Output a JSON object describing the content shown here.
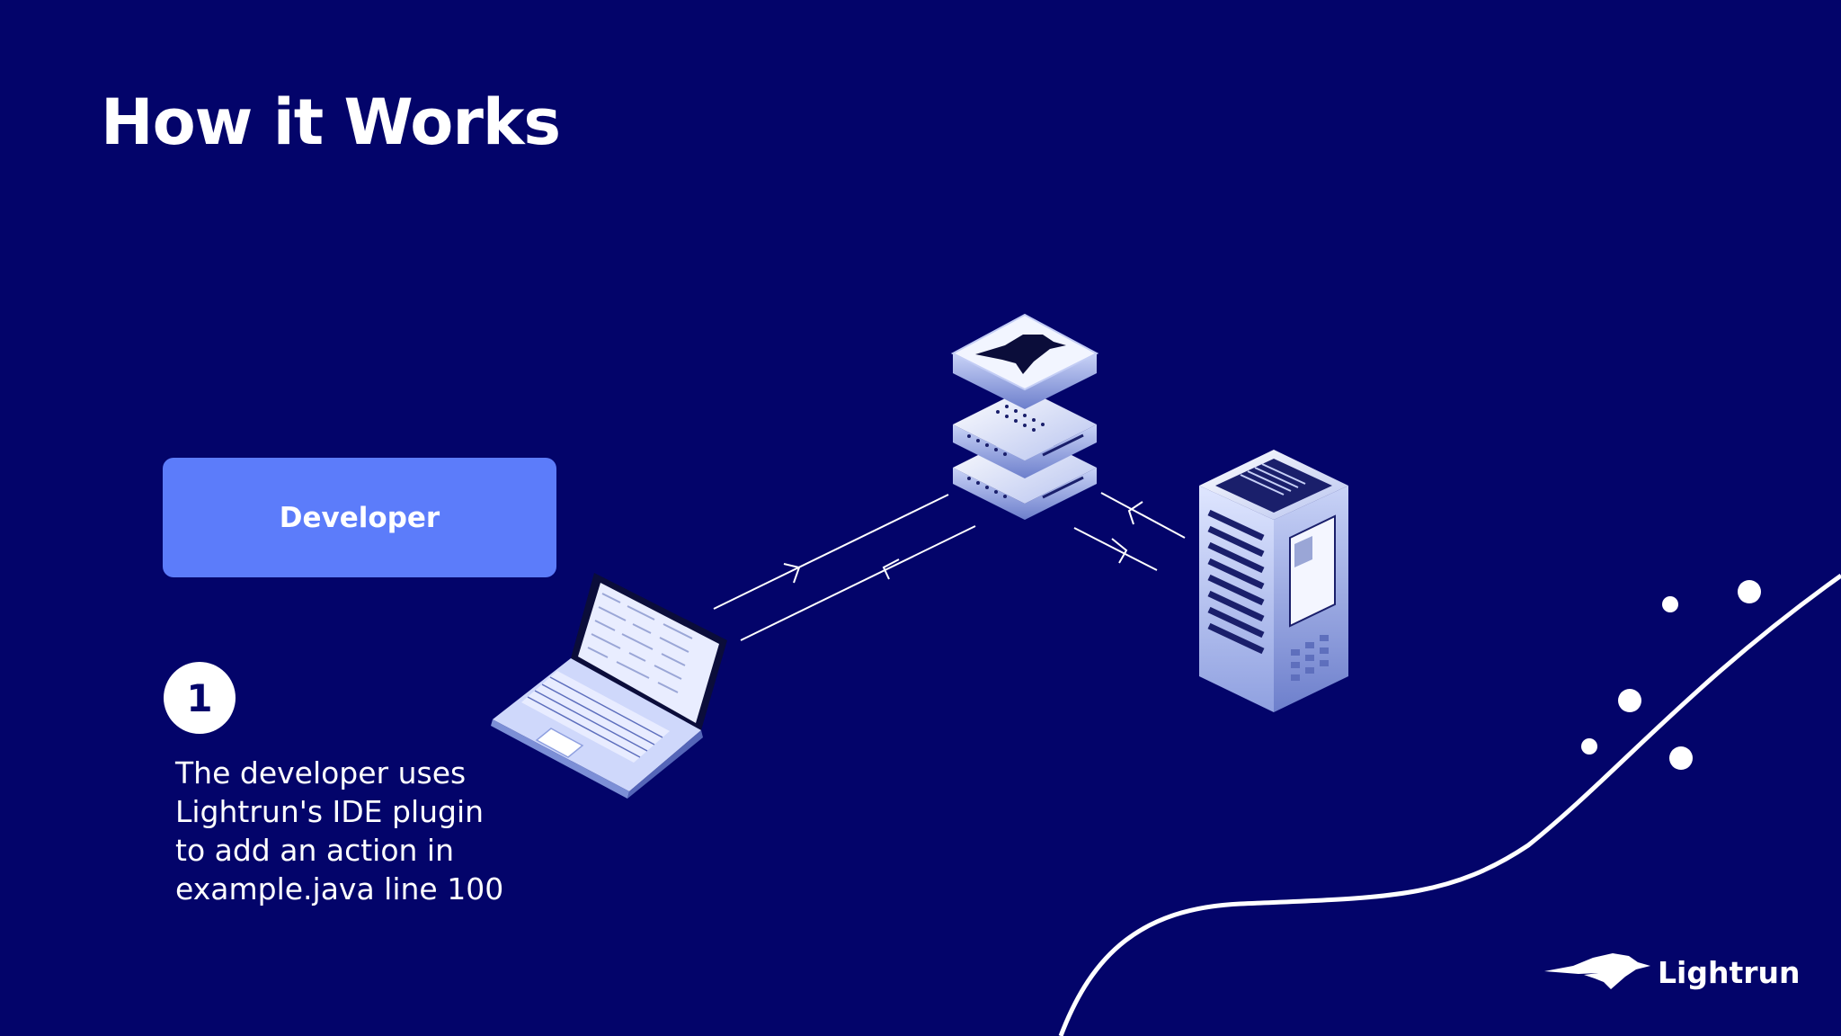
{
  "slide": {
    "title": "How it Works",
    "role_box": {
      "label": "Developer"
    },
    "step": {
      "number": "1",
      "lines": [
        "The developer uses",
        "Lightrun's IDE plugin",
        "to add an action in",
        "example.java line 100"
      ]
    },
    "brand": {
      "name": "Lightrun"
    }
  },
  "colors": {
    "background": "#03046a",
    "accent": "#5c7cfa",
    "text": "#ffffff"
  },
  "icons": [
    "laptop-icon",
    "lightrun-server-stack-icon",
    "server-tower-icon",
    "lightrun-logo-icon"
  ]
}
